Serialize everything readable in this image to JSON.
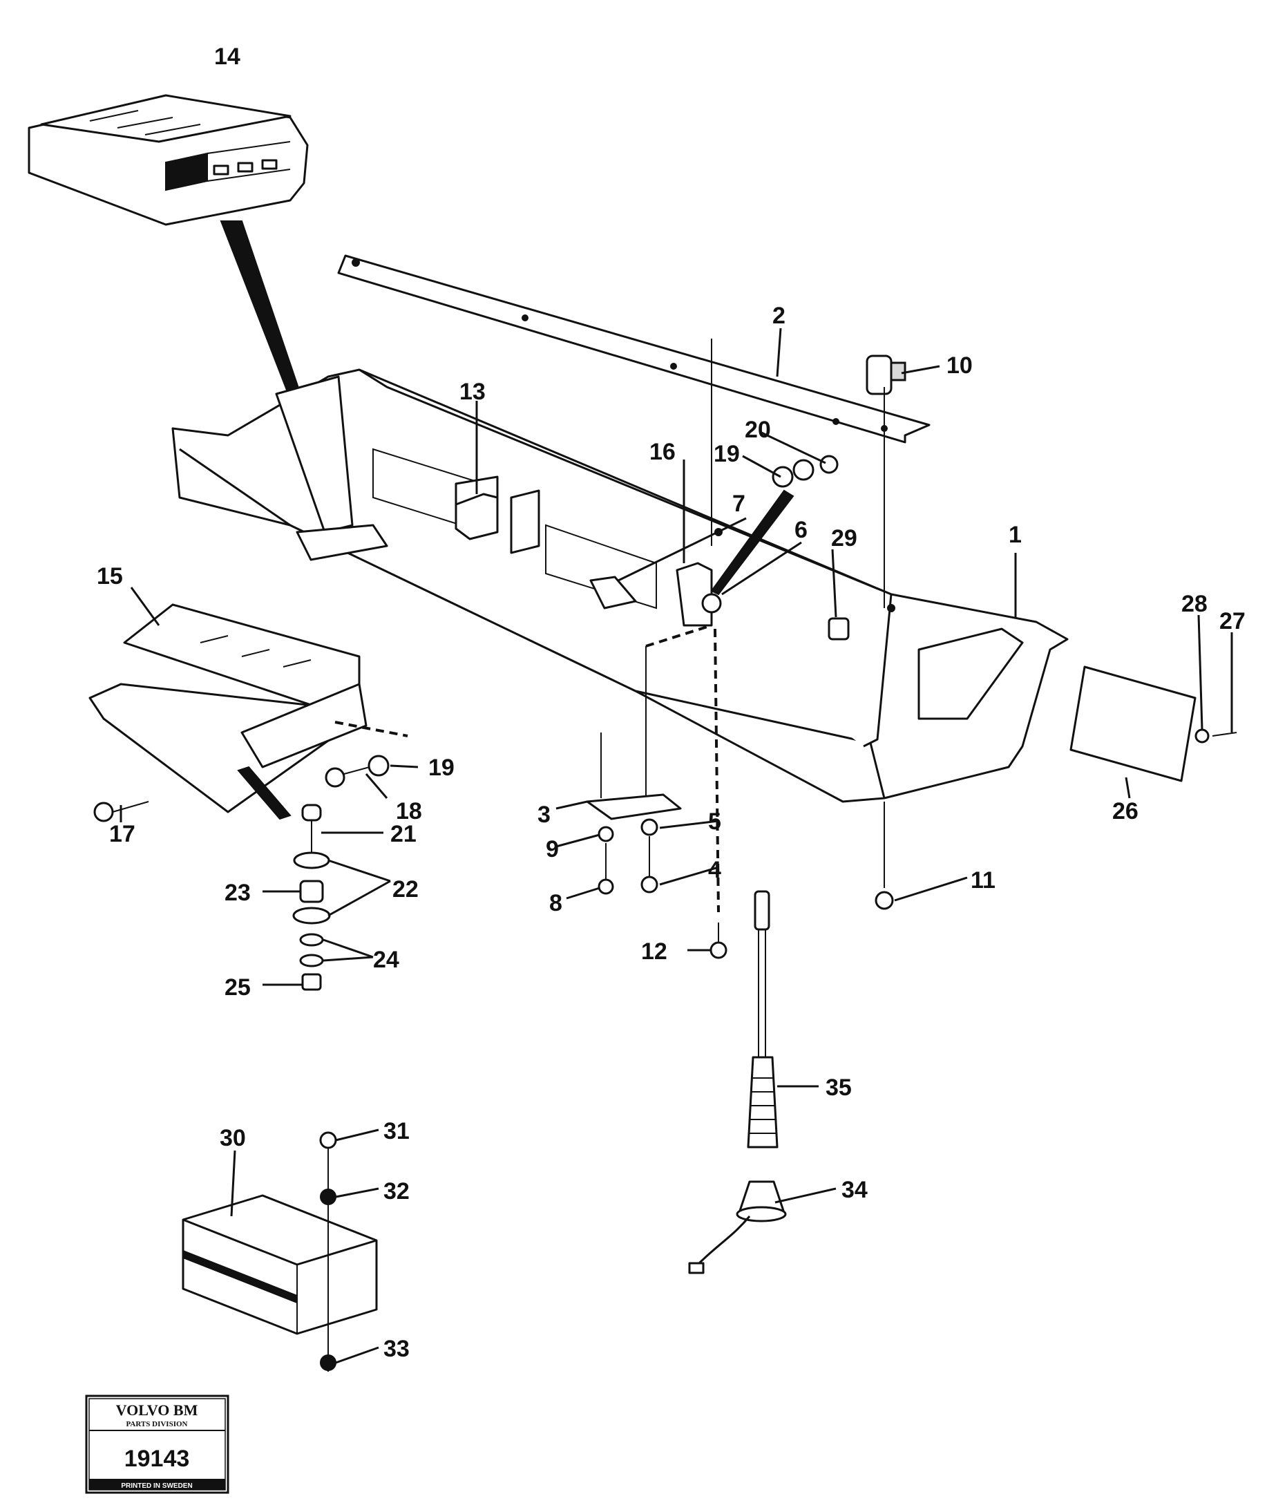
{
  "stamp": {
    "brand": "VOLVO BM",
    "division": "PARTS DIVISION",
    "number": "19143",
    "printed": "PRINTED IN SWEDEN"
  },
  "callouts": {
    "c1": "1",
    "c2": "2",
    "c3": "3",
    "c4": "4",
    "c5": "5",
    "c6": "6",
    "c7": "7",
    "c8": "8",
    "c9": "9",
    "c10": "10",
    "c11": "11",
    "c12": "12",
    "c13": "13",
    "c14": "14",
    "c15": "15",
    "c16": "16",
    "c17": "17",
    "c18": "18",
    "c19a": "19",
    "c19b": "19",
    "c20": "20",
    "c21": "21",
    "c22": "22",
    "c23": "23",
    "c24": "24",
    "c25": "25",
    "c26": "26",
    "c27": "27",
    "c28": "28",
    "c29": "29",
    "c30": "30",
    "c31": "31",
    "c32": "32",
    "c33": "33",
    "c34": "34",
    "c35": "35"
  }
}
